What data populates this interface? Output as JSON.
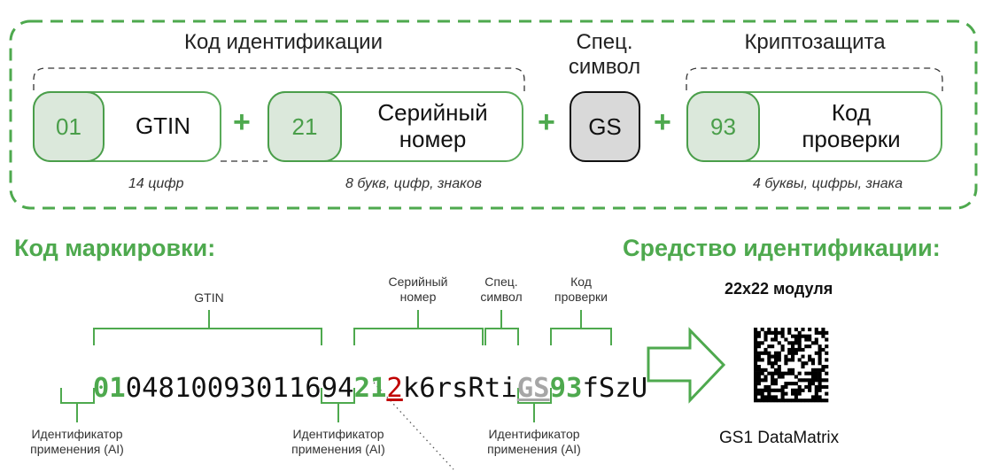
{
  "structure": {
    "groups": [
      {
        "title": "Код идентификации"
      },
      {
        "title": "Спец.\nсимвол"
      },
      {
        "title": "Криптозащита"
      }
    ],
    "elements": [
      {
        "ai": "01",
        "label": "GTIN",
        "note": "14 цифр"
      },
      {
        "ai": "21",
        "label": "Серийный\nномер",
        "note": "8 букв, цифр, знаков"
      },
      {
        "label": "GS"
      },
      {
        "ai": "93",
        "label": "Код\nпроверки",
        "note": "4 буквы, цифры, знака"
      }
    ],
    "plus": "+"
  },
  "marking": {
    "title": "Код маркировки:",
    "segments": [
      {
        "text": "01",
        "kind": "ai"
      },
      {
        "text": "04810093011694",
        "kind": "plain"
      },
      {
        "text": "21",
        "kind": "ai"
      },
      {
        "text": "2",
        "kind": "highlight"
      },
      {
        "text": "k6rsRti",
        "kind": "plain"
      },
      {
        "text": "GS",
        "kind": "separator"
      },
      {
        "text": "93",
        "kind": "ai"
      },
      {
        "text": "fSzU",
        "kind": "plain"
      }
    ],
    "top_labels": {
      "gtin": "GTIN",
      "serial": "Серийный\nномер",
      "special": "Спец.\nсимвол",
      "check": "Код\nпроверки"
    },
    "bottom_label": "Идентификатор\nприменения (AI)"
  },
  "carrier": {
    "title": "Средство идентификации:",
    "size_label": "22x22 модуля",
    "code_name": "GS1 DataMatrix",
    "modules": 22
  },
  "colors": {
    "green": "#4ea94e",
    "red": "#c00000",
    "gray": "#a6a6a6"
  }
}
